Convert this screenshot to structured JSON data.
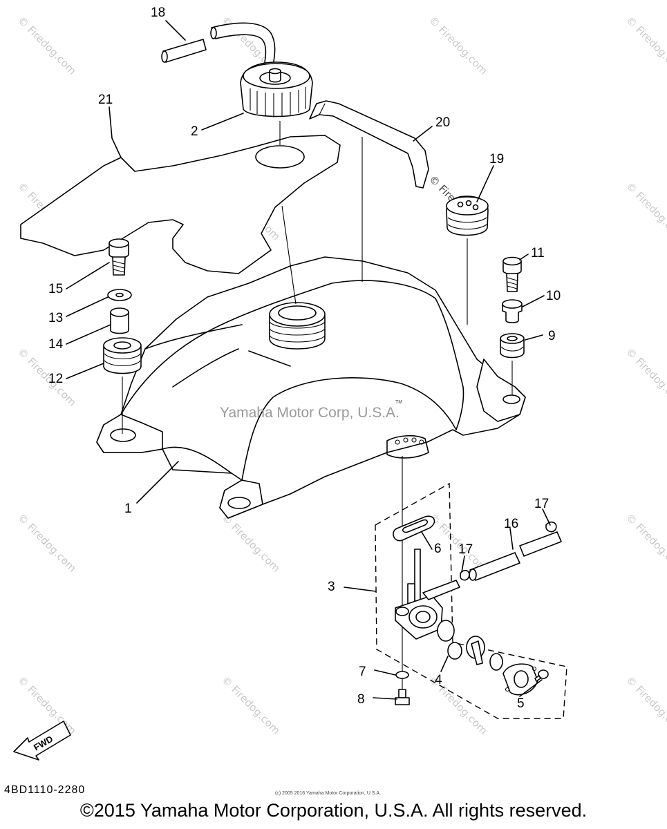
{
  "watermark": {
    "site": "© Firedog.com",
    "center": "Yamaha Motor Corp, U.S.A.",
    "tm": "TM"
  },
  "callouts": [
    "1",
    "2",
    "3",
    "4",
    "5",
    "6",
    "7",
    "8",
    "9",
    "10",
    "11",
    "12",
    "13",
    "14",
    "15",
    "16",
    "17",
    "17",
    "18",
    "19",
    "20",
    "21"
  ],
  "diagram_code": "4BD1110-2280",
  "fwd_label": "FWD",
  "tiny_notice": "(c) 2005 2016 Yamaha Motor Corporation, U.S.A.",
  "copyright": "©2015 Yamaha Motor Corporation, U.S.A. All rights reserved."
}
